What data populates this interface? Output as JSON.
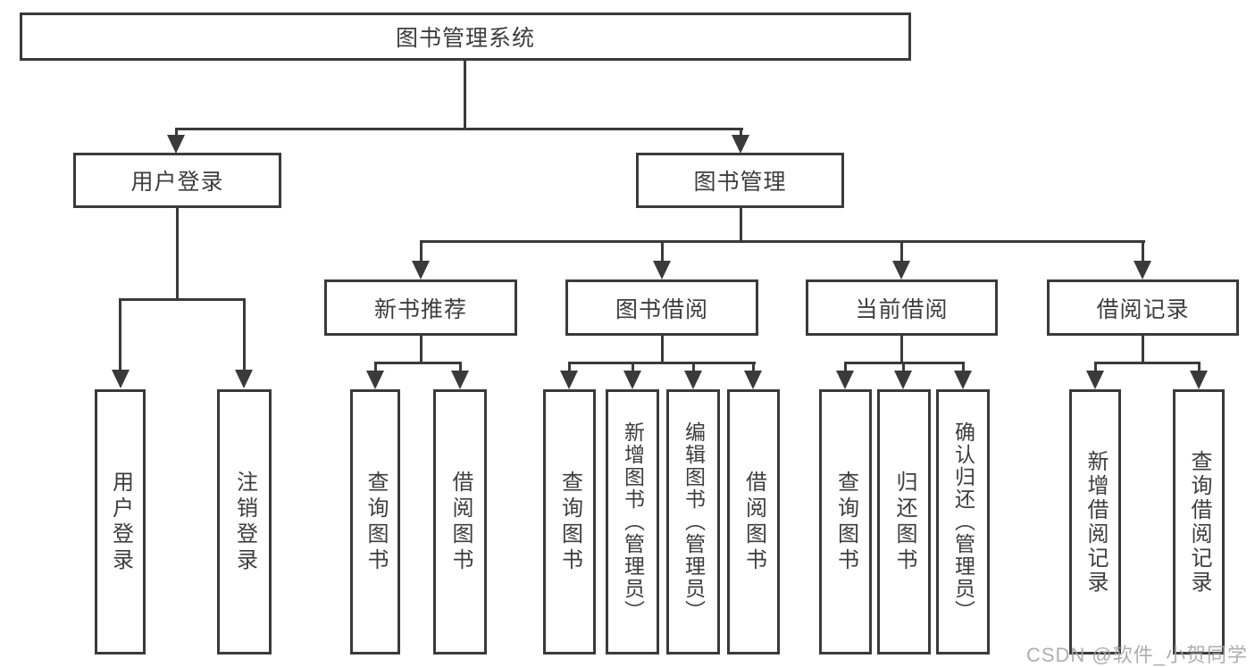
{
  "palette": {
    "line_color": "#3a3a3a",
    "text_color": "#3d3d3d",
    "background": "#ffffff",
    "watermark_color": "#a5a5a5"
  },
  "diagram": {
    "root": "图书管理系统",
    "branches": [
      {
        "label": "用户登录",
        "children": [
          "用户登录",
          "注销登录"
        ]
      },
      {
        "label": "图书管理",
        "sections": [
          {
            "label": "新书推荐",
            "children": [
              "查询图书",
              "借阅图书"
            ]
          },
          {
            "label": "图书借阅",
            "children": [
              "查询图书",
              "新增图书（管理员）",
              "编辑图书（管理员）",
              "借阅图书"
            ]
          },
          {
            "label": "当前借阅",
            "children": [
              "查询图书",
              "归还图书",
              "确认归还（管理员）"
            ]
          },
          {
            "label": "借阅记录",
            "children": [
              "新增借阅记录",
              "查询借阅记录"
            ]
          }
        ]
      }
    ]
  },
  "watermark": "CSDN @软件_小贺同学"
}
